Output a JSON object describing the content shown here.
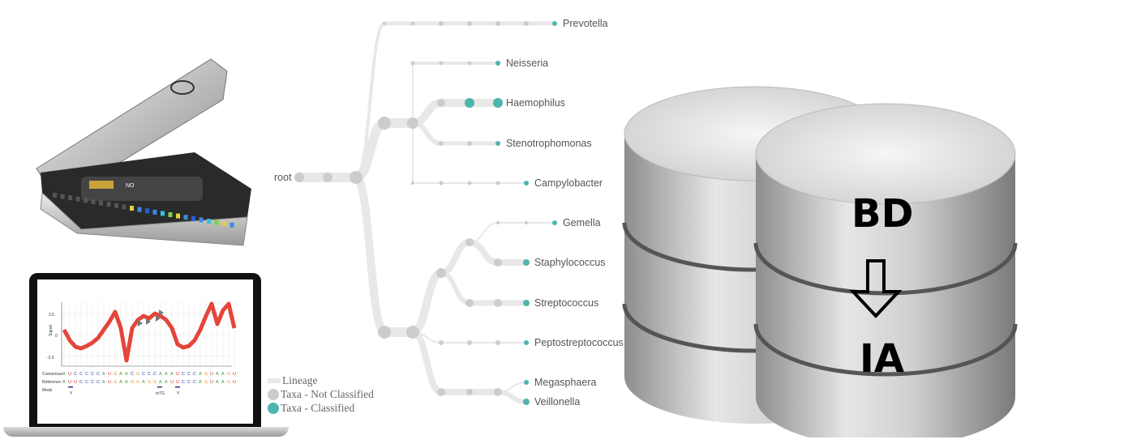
{
  "tree": {
    "root_label": "root",
    "taxa": [
      "Prevotella",
      "Neisseria",
      "Haemophilus",
      "Stenotrophomonas",
      "Campylobacter",
      "Gemella",
      "Staphylococcus",
      "Streptococcus",
      "Peptostreptococcus",
      "Megasphaera",
      "Veillonella"
    ],
    "colors": {
      "lineage": "#e8e8e8",
      "not_classified": "#cccccc",
      "classified": "#4db6ac"
    }
  },
  "legend": {
    "lineage": "Lineage",
    "not_classified": "Taxa - Not Classified",
    "classified": "Taxa - Classified"
  },
  "laptop_plot": {
    "ylabel": "Signal",
    "yticks": [
      "2.5",
      "0",
      "-2.5"
    ],
    "row_labels": {
      "consensus": "Consensus",
      "reference": "Reference",
      "mods": "Mods"
    },
    "consensus": "AUCCCCCAUGAACGCCCAAAUCCCAGUAAGU",
    "reference": "AUUCCCCAUGAAGGAGGAAUUCCCAGUAAGU",
    "mods": [
      "Y",
      "m7G",
      "Y"
    ]
  },
  "database": {
    "top_label": "BD",
    "bottom_label": "IA"
  }
}
